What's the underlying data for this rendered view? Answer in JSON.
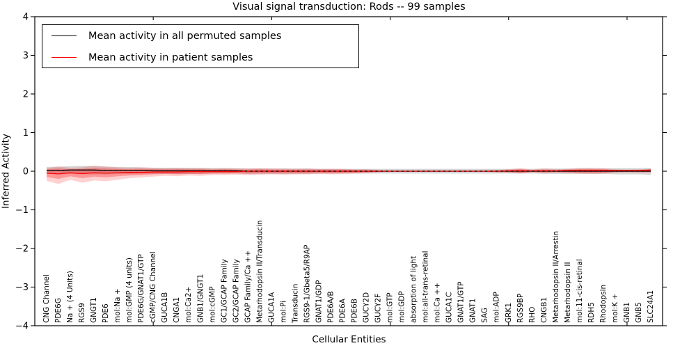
{
  "title": "Visual signal transduction: Rods -- 99 samples",
  "legend": {
    "items": [
      {
        "label": "Mean activity in all permuted samples",
        "color": "#000000"
      },
      {
        "label": "Mean activity in patient samples",
        "color": "#ff0000"
      }
    ],
    "position": "upper left"
  },
  "chart_data": {
    "type": "line",
    "title": "Visual signal transduction: Rods -- 99 samples",
    "xlabel": "Cellular Entities",
    "ylabel": "Inferred Activity",
    "ylim": [
      -4,
      4
    ],
    "xlim": [
      0,
      53
    ],
    "yticks": [
      4,
      3,
      2,
      1,
      0,
      -1,
      -2,
      -3,
      -4
    ],
    "ytick_labels": [
      "4",
      "3",
      "2",
      "1",
      "0",
      "−1",
      "−2",
      "−3",
      "−4"
    ],
    "xtick_values": [
      10,
      20,
      30,
      40,
      50
    ],
    "grid": false,
    "legend_position": "upper left",
    "colors": {
      "permuted_line": "#000000",
      "patient_line": "#ff0000",
      "permuted_band": "rgba(120,120,120,0.30)",
      "patient_band_outer": "rgba(255,0,0,0.18)",
      "patient_band_inner": "rgba(255,0,0,0.28)"
    },
    "categories": [
      "CNG Channel",
      "PDE6G",
      "Na + (4 Units)",
      "RGS9",
      "GNGT1",
      "PDE6",
      "mol:Na +",
      "mol:GMP (4 units)",
      "PDE6G/GNAT1/GTP",
      "cGMP/CNG Channel",
      "GUCA1B",
      "CNGA1",
      "mol:Ca2+",
      "GNB1/GNGT1",
      "mol:cGMP",
      "GC1/GCAP Family",
      "GC2/GCAP Family",
      "GCAP Family/Ca ++",
      "Metarhodopsin II/Transducin",
      "GUCA1A",
      "mol:Pi",
      "Transducin",
      "RGS9-1/Gbeta5/R9AP",
      "GNAT1/GDP",
      "PDE6A/B",
      "PDE6A",
      "PDE6B",
      "GUCY2D",
      "GUCY2F",
      "mol:GTP",
      "mol:GDP",
      "absorption of light",
      "mol:all-trans-retinal",
      "mol:Ca ++",
      "GUCA1C",
      "GNAT1/GTP",
      "GNAT1",
      "SAG",
      "mol:ADP",
      "GRK1",
      "RGS9BP",
      "RHO",
      "CNGB1",
      "Metarhodopsin II/Arrestin",
      "Metarhodopsin II",
      "mol:11-cis-retinal",
      "RDH5",
      "Rhodopsin",
      "mol:K +",
      "GNB1",
      "GNB5",
      "SLC24A1"
    ],
    "series": [
      {
        "name": "Mean activity in all permuted samples",
        "color": "#000000",
        "values": [
          0.02,
          0.02,
          0.03,
          0.03,
          0.03,
          0.02,
          0.02,
          0.02,
          0.02,
          0.01,
          0.01,
          0.01,
          0.01,
          0.01,
          0.01,
          0.01,
          0.01,
          0,
          0,
          0,
          0,
          0,
          0,
          0,
          0,
          0,
          0,
          0,
          0,
          0,
          0,
          0,
          0,
          0,
          0,
          0,
          0,
          0,
          0,
          0,
          0,
          0,
          0,
          0,
          0,
          0,
          0,
          0,
          0,
          0,
          0,
          0
        ],
        "band_upper": [
          0.11,
          0.12,
          0.13,
          0.14,
          0.14,
          0.12,
          0.11,
          0.11,
          0.1,
          0.09,
          0.09,
          0.09,
          0.09,
          0.09,
          0.08,
          0.08,
          0.08,
          0.07,
          0.07,
          0.07,
          0.07,
          0.07,
          0.07,
          0.06,
          0.06,
          0.06,
          0.06,
          0.06,
          0.06,
          0.06,
          0.06,
          0.06,
          0.06,
          0.06,
          0.06,
          0.06,
          0.06,
          0.06,
          0.06,
          0.06,
          0.06,
          0.06,
          0.07,
          0.07,
          0.07,
          0.07,
          0.07,
          0.07,
          0.08,
          0.08,
          0.08,
          0.09
        ],
        "band_lower": [
          -0.07,
          -0.08,
          -0.07,
          -0.08,
          -0.08,
          -0.08,
          -0.07,
          -0.07,
          -0.06,
          -0.07,
          -0.07,
          -0.07,
          -0.07,
          -0.07,
          -0.06,
          -0.06,
          -0.06,
          -0.07,
          -0.07,
          -0.07,
          -0.07,
          -0.07,
          -0.07,
          -0.06,
          -0.06,
          -0.06,
          -0.06,
          -0.06,
          -0.06,
          -0.06,
          -0.06,
          -0.06,
          -0.06,
          -0.06,
          -0.06,
          -0.06,
          -0.06,
          -0.06,
          -0.06,
          -0.06,
          -0.06,
          -0.06,
          -0.07,
          -0.07,
          -0.07,
          -0.07,
          -0.07,
          -0.07,
          -0.08,
          -0.08,
          -0.08,
          -0.09
        ]
      },
      {
        "name": "Mean activity in patient samples",
        "color": "#ff0000",
        "values": [
          -0.05,
          -0.07,
          -0.04,
          -0.06,
          -0.04,
          -0.05,
          -0.04,
          -0.03,
          -0.03,
          -0.02,
          -0.02,
          -0.02,
          -0.01,
          -0.01,
          -0.01,
          -0.01,
          -0.01,
          0,
          0,
          0,
          0,
          0,
          0,
          0,
          0,
          0,
          0,
          0,
          0,
          0,
          0,
          0,
          0,
          0,
          0,
          0,
          0,
          0,
          0,
          0.01,
          0.01,
          0.01,
          0.01,
          0.01,
          0.02,
          0.02,
          0.02,
          0.02,
          0.02,
          0.02,
          0.02,
          0.03
        ],
        "band_upper": [
          0.08,
          0.12,
          0.09,
          0.1,
          0.14,
          0.12,
          0.1,
          0.09,
          0.1,
          0.09,
          0.08,
          0.09,
          0.08,
          0.08,
          0.07,
          0.08,
          0.07,
          0.07,
          0.08,
          0.07,
          0.07,
          0.06,
          0.07,
          0.06,
          0.06,
          0.06,
          0.05,
          0.05,
          0.03,
          0.02,
          0.02,
          0.02,
          0.02,
          0.02,
          0.02,
          0.02,
          0.02,
          0.02,
          0.03,
          0.05,
          0.08,
          0.04,
          0.07,
          0.05,
          0.06,
          0.09,
          0.09,
          0.08,
          0.05,
          0.04,
          0.05,
          0.06
        ],
        "band_lower": [
          -0.25,
          -0.33,
          -0.22,
          -0.3,
          -0.24,
          -0.26,
          -0.22,
          -0.18,
          -0.16,
          -0.14,
          -0.12,
          -0.13,
          -0.11,
          -0.12,
          -0.1,
          -0.1,
          -0.09,
          -0.1,
          -0.09,
          -0.08,
          -0.09,
          -0.08,
          -0.08,
          -0.07,
          -0.08,
          -0.07,
          -0.06,
          -0.05,
          -0.03,
          -0.02,
          -0.02,
          -0.02,
          -0.02,
          -0.02,
          -0.02,
          -0.02,
          -0.02,
          -0.02,
          -0.03,
          -0.04,
          -0.06,
          -0.03,
          -0.05,
          -0.04,
          -0.05,
          -0.06,
          -0.07,
          -0.06,
          -0.04,
          -0.03,
          -0.04,
          -0.04
        ],
        "inner_band_upper": [
          0.05,
          0.07,
          0.05,
          0.06,
          0.08,
          0.07,
          0.06,
          0.05,
          0.06,
          0.05,
          0.05,
          0.05,
          0.05,
          0.05,
          0.04,
          0.05,
          0.04,
          0.04,
          0.05,
          0.04,
          0.04,
          0.04,
          0.04,
          0.04,
          0.04,
          0.04,
          0.03,
          0.03,
          0.02,
          0.01,
          0.01,
          0.01,
          0.01,
          0.01,
          0.01,
          0.01,
          0.01,
          0.01,
          0.02,
          0.03,
          0.05,
          0.02,
          0.04,
          0.03,
          0.04,
          0.05,
          0.05,
          0.05,
          0.03,
          0.02,
          0.03,
          0.04
        ],
        "inner_band_lower": [
          -0.15,
          -0.2,
          -0.13,
          -0.18,
          -0.14,
          -0.16,
          -0.13,
          -0.11,
          -0.1,
          -0.08,
          -0.07,
          -0.08,
          -0.07,
          -0.07,
          -0.06,
          -0.06,
          -0.05,
          -0.06,
          -0.05,
          -0.05,
          -0.05,
          -0.05,
          -0.05,
          -0.04,
          -0.05,
          -0.04,
          -0.04,
          -0.03,
          -0.02,
          -0.01,
          -0.01,
          -0.01,
          -0.01,
          -0.01,
          -0.01,
          -0.01,
          -0.01,
          -0.01,
          -0.02,
          -0.02,
          -0.04,
          -0.02,
          -0.03,
          -0.02,
          -0.03,
          -0.04,
          -0.04,
          -0.04,
          -0.02,
          -0.02,
          -0.02,
          -0.02
        ]
      }
    ]
  }
}
